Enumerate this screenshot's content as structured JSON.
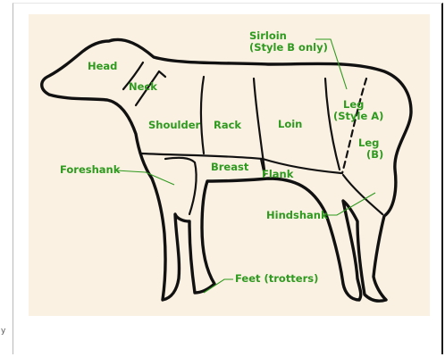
{
  "colors": {
    "panel_background": "#fbf1e2",
    "label_color": "#2e9a1f",
    "outline_color": "#111111"
  },
  "diagram": {
    "labels": {
      "head": "Head",
      "neck": "Neck",
      "shoulder": "Shoulder",
      "rack": "Rack",
      "loin": "Loin",
      "sirloin_line1": "Sirloin",
      "sirloin_line2": "(Style B only)",
      "leg_a_line1": "Leg",
      "leg_a_line2": "(Style A)",
      "leg_b_line1": "Leg",
      "leg_b_line2": "(B)",
      "breast": "Breast",
      "flank": "Flank",
      "foreshank": "Foreshank",
      "hindshank": "Hindshank",
      "feet": "Feet (trotters)"
    }
  },
  "edge_mark": "y"
}
